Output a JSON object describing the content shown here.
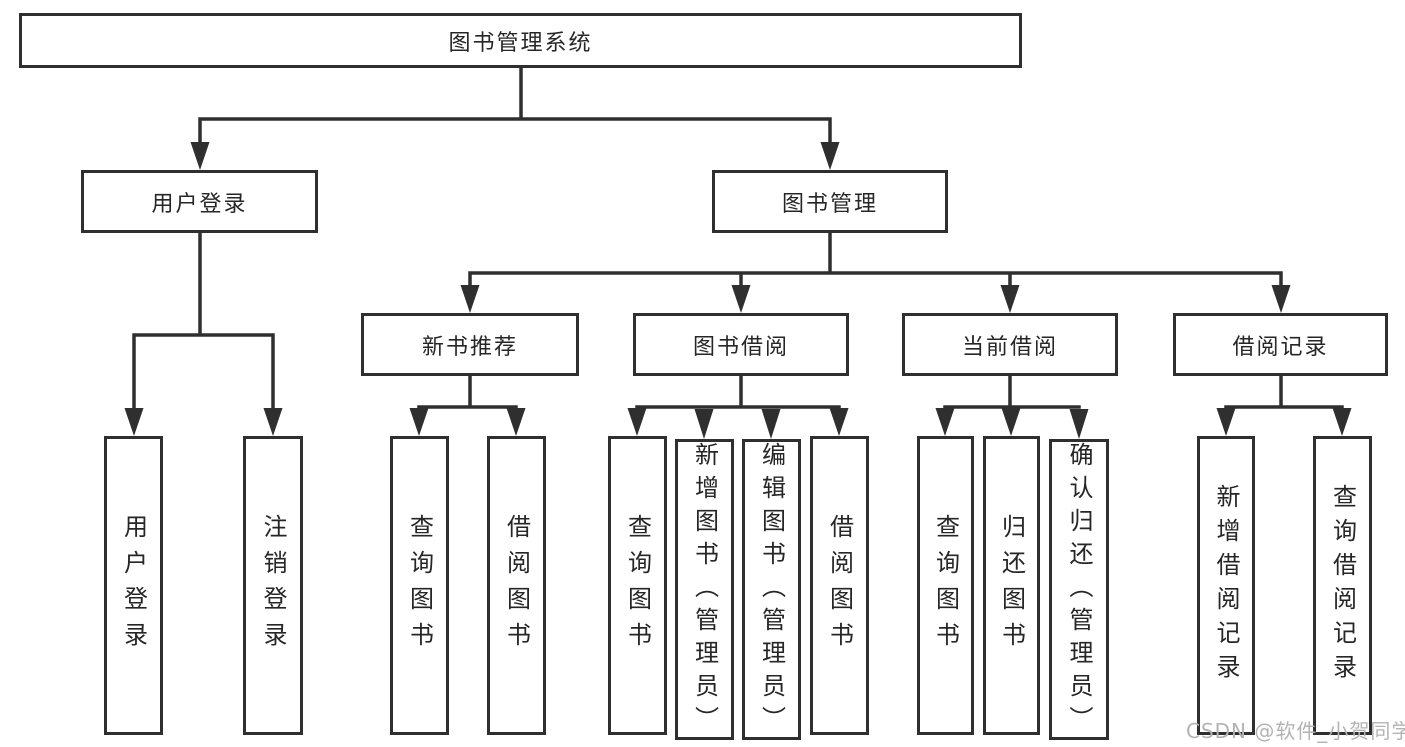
{
  "diagram_title": "图书管理系统",
  "watermark": "CSDN @软件_小贺同学",
  "colors": {
    "line": "#2f2f2f",
    "text": "#262626",
    "background": "#ffffff",
    "watermark": "#b3b3b3"
  },
  "tree": {
    "label": "图书管理系统",
    "children": [
      {
        "label": "用户登录",
        "children": [
          {
            "label": "用户登录"
          },
          {
            "label": "注销登录"
          }
        ]
      },
      {
        "label": "图书管理",
        "children": [
          {
            "label": "新书推荐",
            "children": [
              {
                "label": "查询图书"
              },
              {
                "label": "借阅图书"
              }
            ]
          },
          {
            "label": "图书借阅",
            "children": [
              {
                "label": "查询图书"
              },
              {
                "label": "新增图书（管理员）"
              },
              {
                "label": "编辑图书（管理员）"
              },
              {
                "label": "借阅图书"
              }
            ]
          },
          {
            "label": "当前借阅",
            "children": [
              {
                "label": "查询图书"
              },
              {
                "label": "归还图书"
              },
              {
                "label": "确认归还（管理员）"
              }
            ]
          },
          {
            "label": "借阅记录",
            "children": [
              {
                "label": "新增借阅记录"
              },
              {
                "label": "查询借阅记录"
              }
            ]
          }
        ]
      }
    ]
  }
}
